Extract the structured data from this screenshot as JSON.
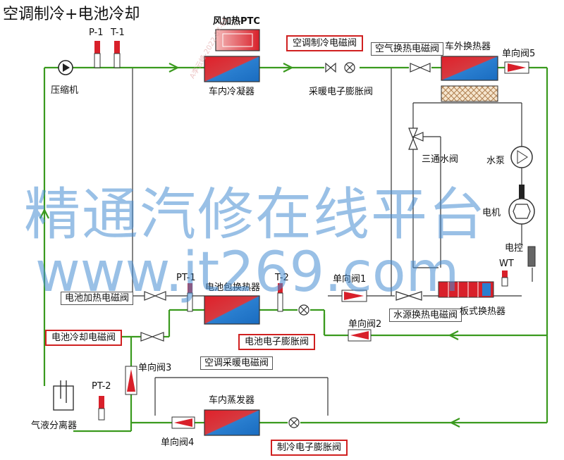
{
  "title": "空调制冷+电池冷却",
  "colors": {
    "flow": "#3a9a1e",
    "pipe": "#333333",
    "hot": "#d8202a",
    "cold": "#1f7fd0",
    "watermark": "#4a8cd2"
  },
  "labels": {
    "p1": "P-1",
    "t1": "T-1",
    "compressor": "压缩机",
    "ptc": "风加热PTC",
    "in_condenser": "车内冷凝器",
    "ac_cool_valve": "空调制冷电磁阀",
    "heat_exv": "采暖电子膨胀阀",
    "air_hx_valve": "空气换热电磁阀",
    "outdoor_hx": "车外换热器",
    "check5": "单向阀5",
    "three_way": "三通水阀",
    "pump": "水泵",
    "motor": "电机",
    "ecu": "电控",
    "wt": "WT",
    "batt_heat_valve": "电池加热电磁阀",
    "pt1": "PT-1",
    "batt_hx": "电池包换热器",
    "t2": "T-2",
    "check1": "单向阀1",
    "water_hx_valve": "水源换热电磁阀",
    "plate_hx": "板式换热器",
    "batt_exv": "电池电子膨胀阀",
    "check2": "单向阀2",
    "batt_cool_valve": "电池冷却电磁阀",
    "check3": "单向阀3",
    "ac_heat_valve": "空调采暖电磁阀",
    "pt2": "PT-2",
    "evaporator": "车内蒸发器",
    "separator": "气液分离器",
    "check4": "单向阀4",
    "cool_exv": "制冷电子膨胀阀"
  },
  "watermark": {
    "line1": "精通汽修在线平台",
    "line2": "www.jt269.com",
    "stamp": "A李云峰-2022-07-01"
  }
}
